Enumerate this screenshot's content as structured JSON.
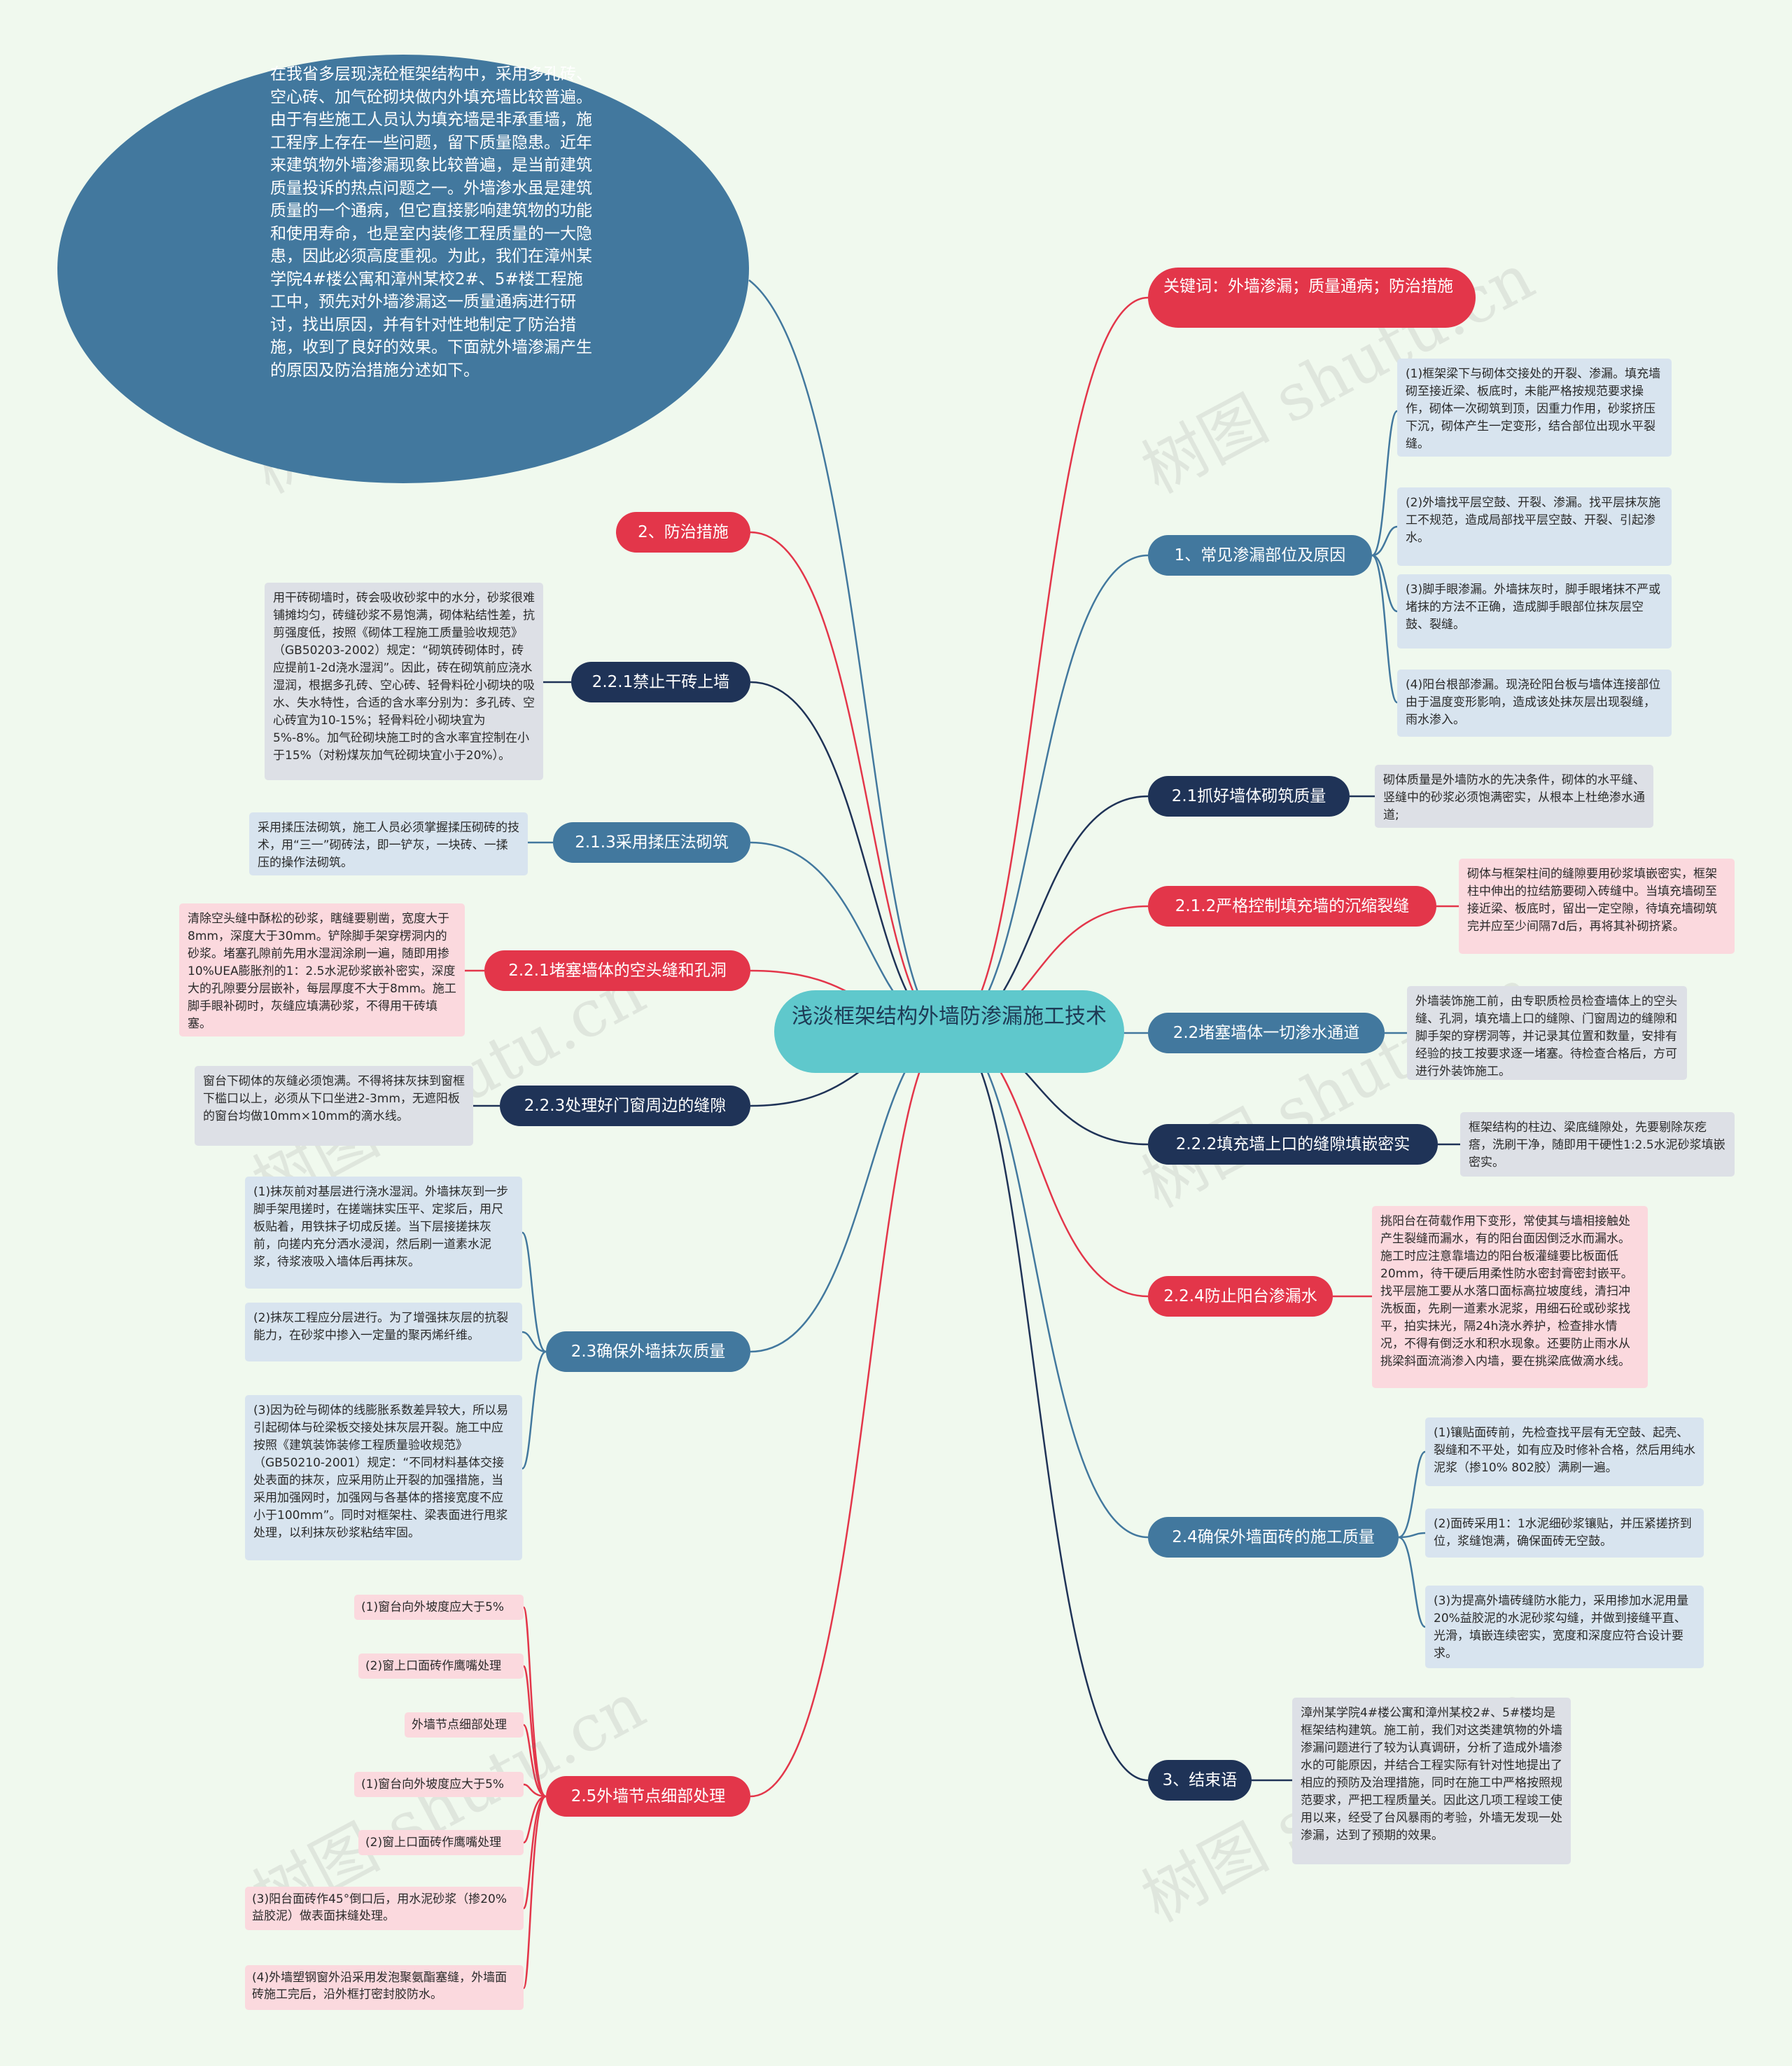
{
  "center": "浅淡框架结构外墙防渗漏施工技术",
  "colors": {
    "red": "#e3364a",
    "navy": "#1f3357",
    "steel": "#42789e",
    "center": "#5fc8cc",
    "background": "#f0f9ee"
  },
  "watermark": "树图 shutu.cn",
  "intro": "在我省多层现浇砼框架结构中，采用多孔砖、空心砖、加气砼砌块做内外填充墙比较普遍。由于有些施工人员认为填充墙是非承重墙，施工程序上存在一些问题，留下质量隐患。近年来建筑物外墙渗漏现象比较普遍，是当前建筑质量投诉的热点问题之一。外墙渗水虽是建筑质量的一个通病，但它直接影响建筑物的功能和使用寿命，也是室内装修工程质量的一大隐患，因此必须高度重视。为此，我们在漳州某学院4#楼公寓和漳州某校2#、5#楼工程施工中，预先对外墙渗漏这一质量通病进行研讨，找出原因，并有针对性地制定了防治措施，收到了良好的效果。下面就外墙渗漏产生的原因及防治措施分述如下。",
  "right": {
    "keywords": "关键词：外墙渗漏；质量通病；防治措施",
    "r1": {
      "label": "1、常见渗漏部位及原因",
      "items": [
        "(1)框架梁下与砌体交接处的开裂、渗漏。填充墙砌至接近梁、板底时，未能严格按规范要求操作，砌体一次砌筑到顶，因重力作用，砂浆挤压下沉，砌体产生一定变形，结合部位出现水平裂缝。",
        "(2)外墙找平层空鼓、开裂、渗漏。找平层抹灰施工不规范，造成局部找平层空鼓、开裂、引起渗水。",
        "(3)脚手眼渗漏。外墙抹灰时，脚手眼堵抹不严或堵抹的方法不正确，造成脚手眼部位抹灰层空鼓、裂缝。",
        "(4)阳台根部渗漏。现浇砼阳台板与墙体连接部位由于温度变形影响，造成该处抹灰层出现裂缝，雨水渗入。"
      ]
    },
    "r2": {
      "label": "2.1抓好墙体砌筑质量",
      "note": "砌体质量是外墙防水的先决条件，砌体的水平缝、竖缝中的砂浆必须饱满密实，从根本上杜绝渗水通道;"
    },
    "r3": {
      "label": "2.1.2严格控制填充墙的沉缩裂缝",
      "note": "砌体与框架柱间的缝隙要用砂浆填嵌密实，框架柱中伸出的拉结筋要砌入砖缝中。当填充墙砌至接近梁、板底时，留出一定空隙，待填充墙砌筑完并应至少间隔7d后，再将其补砌挤紧。"
    },
    "r4": {
      "label": "2.2堵塞墙体一切渗水通道",
      "note": "外墙装饰施工前，由专职质检员检查墙体上的空头缝、孔洞，填充墙上口的缝隙、门窗周边的缝隙和脚手架的穿楞洞等，并记录其位置和数量，安排有经验的技工按要求逐一堵塞。待检查合格后，方可进行外装饰施工。"
    },
    "r5": {
      "label": "2.2.2填充墙上口的缝隙填嵌密实",
      "note": "框架结构的柱边、梁底缝隙处，先要剔除灰疙瘩，洗刷干净，随即用干硬性1:2.5水泥砂浆填嵌密实。"
    },
    "r6": {
      "label": "2.2.4防止阳台渗漏水",
      "note": "挑阳台在荷载作用下变形，常使其与墙相接触处产生裂缝而漏水，有的阳台面因倒泛水而漏水。施工时应注意靠墙边的阳台板灌缝要比板面低20mm，待干硬后用柔性防水密封膏密封嵌平。找平层施工要从水落口面标高拉坡度线，清扫冲洗板面，先刷一道素水泥浆，用细石砼或砂浆找平，拍实抹光，隔24h浇水养护，检查排水情况，不得有倒泛水和积水现象。还要防止雨水从挑梁斜面流淌渗入内墙，要在挑梁底做滴水线。"
    },
    "r7": {
      "label": "2.4确保外墙面砖的施工质量",
      "items": [
        "(1)镶贴面砖前，先检查找平层有无空鼓、起壳、裂缝和不平处，如有应及时修补合格，然后用纯水泥浆（掺10% 802胶）满刷一遍。",
        "(2)面砖采用1：1水泥细砂浆镶贴，并压紧搓挤到位，浆缝饱满，确保面砖无空鼓。",
        "(3)为提高外墙砖缝防水能力，采用掺加水泥用量20%益胶泥的水泥砂浆勾缝，并做到接缝平直、光滑，填嵌连续密实，宽度和深度应符合设计要求。"
      ]
    },
    "r8": {
      "label": "3、结束语",
      "note": "漳州某学院4#楼公寓和漳州某校2#、5#楼均是框架结构建筑。施工前，我们对这类建筑物的外墙渗漏问题进行了较为认真调研，分析了造成外墙渗水的可能原因，并结合工程实际有针对性地提出了相应的预防及治理措施，同时在施工中严格按照规范要求，严把工程质量关。因此这几项工程竣工使用以来，经受了台风暴雨的考验，外墙无发现一处渗漏，达到了预期的效果。"
    }
  },
  "left": {
    "l1": {
      "label": "2、防治措施"
    },
    "l2": {
      "label": "2.2.1禁止干砖上墙",
      "note": "用干砖砌墙时，砖会吸收砂浆中的水分，砂浆很难铺摊均匀，砖缝砂浆不易饱满，砌体粘结性差，抗剪强度低，按照《砌体工程施工质量验收规范》（GB50203-2002）规定：“砌筑砖砌体时，砖应提前1-2d浇水湿润”。因此，砖在砌筑前应浇水湿润，根据多孔砖、空心砖、轻骨料砼小砌块的吸水、失水特性，合适的含水率分别为：多孔砖、空心砖宜为10-15%；轻骨料砼小砌块宜为5%-8%。加气砼砌块施工时的含水率宜控制在小于15%（对粉煤灰加气砼砌块宜小于20%）。"
    },
    "l3": {
      "label": "2.1.3采用揉压法砌筑",
      "note": "采用揉压法砌筑，施工人员必须掌握揉压砌砖的技术，用“三一”砌砖法，即一铲灰，一块砖、一揉压的操作法砌筑。"
    },
    "l4": {
      "label": "2.2.1堵塞墙体的空头缝和孔洞",
      "note": "清除空头缝中酥松的砂浆，瞎缝要剔凿，宽度大于8mm，深度大于30mm。铲除脚手架穿楞洞内的砂浆。堵塞孔隙前先用水湿润涂刷一遍，随即用掺10%UEA膨胀剂的1：2.5水泥砂浆嵌补密实，深度大的孔隙要分层嵌补，每层厚度不大于8mm。施工脚手眼补砌时，灰缝应填满砂浆，不得用干砖填塞。"
    },
    "l5": {
      "label": "2.2.3处理好门窗周边的缝隙",
      "note": "窗台下砌体的灰缝必须饱满。不得将抹灰抹到窗框下槛口以上，必须从下口坐进2-3mm，无遮阳板的窗台均做10mm×10mm的滴水线。"
    },
    "l6": {
      "label": "2.3确保外墙抹灰质量",
      "items": [
        "(1)抹灰前对基层进行浇水湿润。外墙抹灰到一步脚手架甩搓时，在搓端抹实压平、定浆后，用尺板贴着，用铁抹子切成反搓。当下层接搓抹灰前，向搓内充分洒水浸润，然后刷一道素水泥浆，待浆液吸入墙体后再抹灰。",
        "(2)抹灰工程应分层进行。为了增强抹灰层的抗裂能力，在砂浆中掺入一定量的聚丙烯纤维。",
        "(3)因为砼与砌体的线膨胀系数差异较大，所以易引起砌体与砼梁板交接处抹灰层开裂。施工中应按照《建筑装饰装修工程质量验收规范》（GB50210-2001）规定：“不同材料基体交接处表面的抹灰，应采用防止开裂的加强措施，当采用加强网时，加强网与各基体的搭接宽度不应小于100mm”。同时对框架柱、梁表面进行甩浆处理，以利抹灰砂浆粘结牢固。"
      ]
    },
    "l7": {
      "label": "2.5外墙节点细部处理",
      "items": [
        "(1)窗台向外坡度应大于5%",
        "(2)窗上口面砖作鹰嘴处理",
        "外墙节点细部处理",
        "(1)窗台向外坡度应大于5%",
        "(2)窗上口面砖作鹰嘴处理",
        "(3)阳台面砖作45°倒口后，用水泥砂浆（掺20%益胶泥）做表面抹缝处理。",
        "(4)外墙塑钢窗外沿采用发泡聚氨酯塞缝，外墙面砖施工完后，沿外框打密封胶防水。"
      ]
    }
  }
}
